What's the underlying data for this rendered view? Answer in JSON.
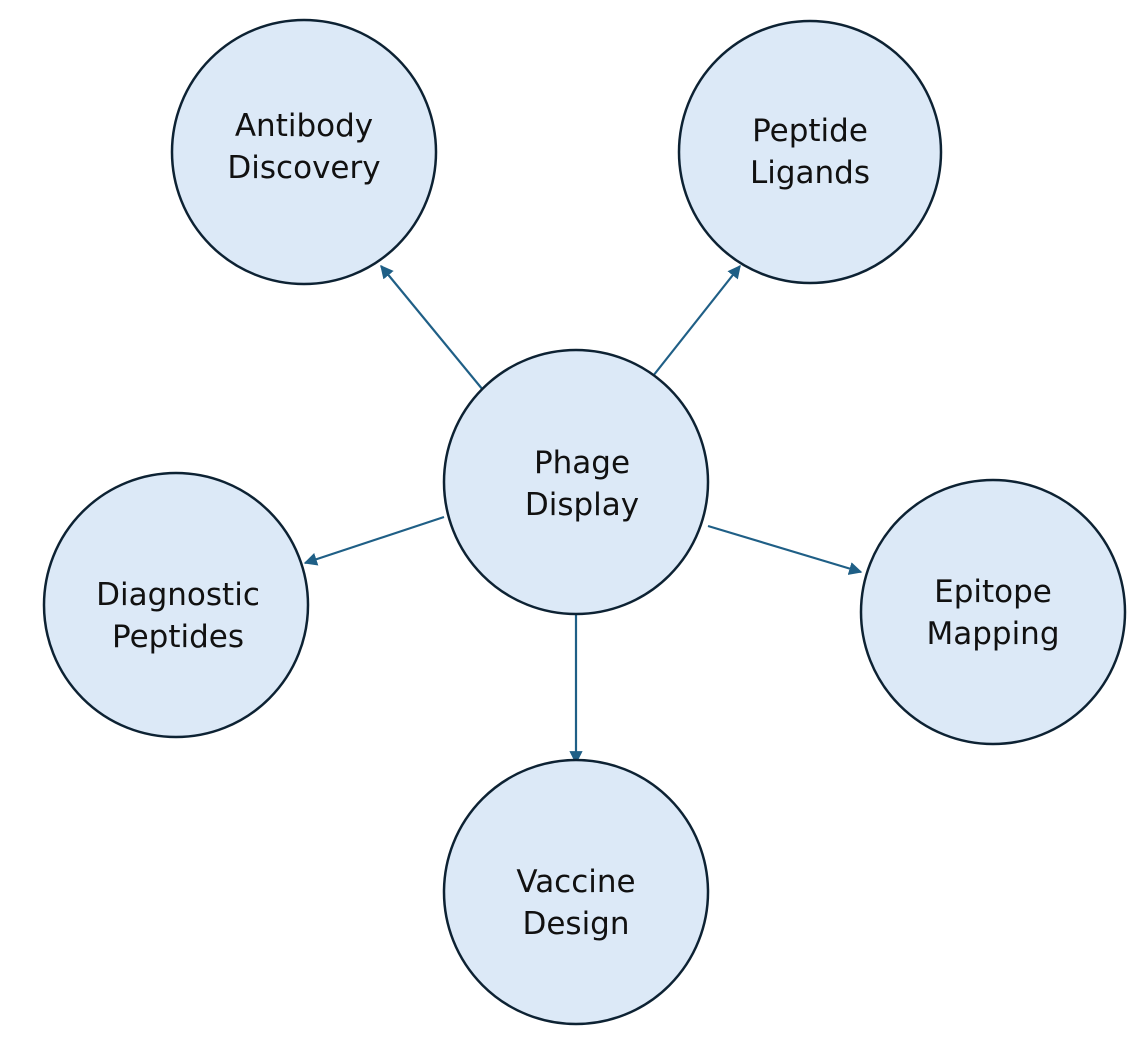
{
  "colors": {
    "node_fill": "#dce9f7",
    "node_stroke": "#0d2233",
    "edge": "#1f5f86"
  },
  "center": {
    "id": "center",
    "lines": [
      "Phage",
      "Display"
    ]
  },
  "nodes": [
    {
      "id": "antibody",
      "lines": [
        "Antibody",
        "Discovery"
      ]
    },
    {
      "id": "peptide",
      "lines": [
        "Peptide",
        "Ligands"
      ]
    },
    {
      "id": "diagnostic",
      "lines": [
        "Diagnostic",
        "Peptides"
      ]
    },
    {
      "id": "epitope",
      "lines": [
        "Epitope",
        "Mapping"
      ]
    },
    {
      "id": "vaccine",
      "lines": [
        "Vaccine",
        "Design"
      ]
    }
  ],
  "edges": [
    {
      "from": "center",
      "to": "antibody"
    },
    {
      "from": "center",
      "to": "peptide"
    },
    {
      "from": "center",
      "to": "diagnostic"
    },
    {
      "from": "center",
      "to": "epitope"
    },
    {
      "from": "center",
      "to": "vaccine"
    }
  ]
}
